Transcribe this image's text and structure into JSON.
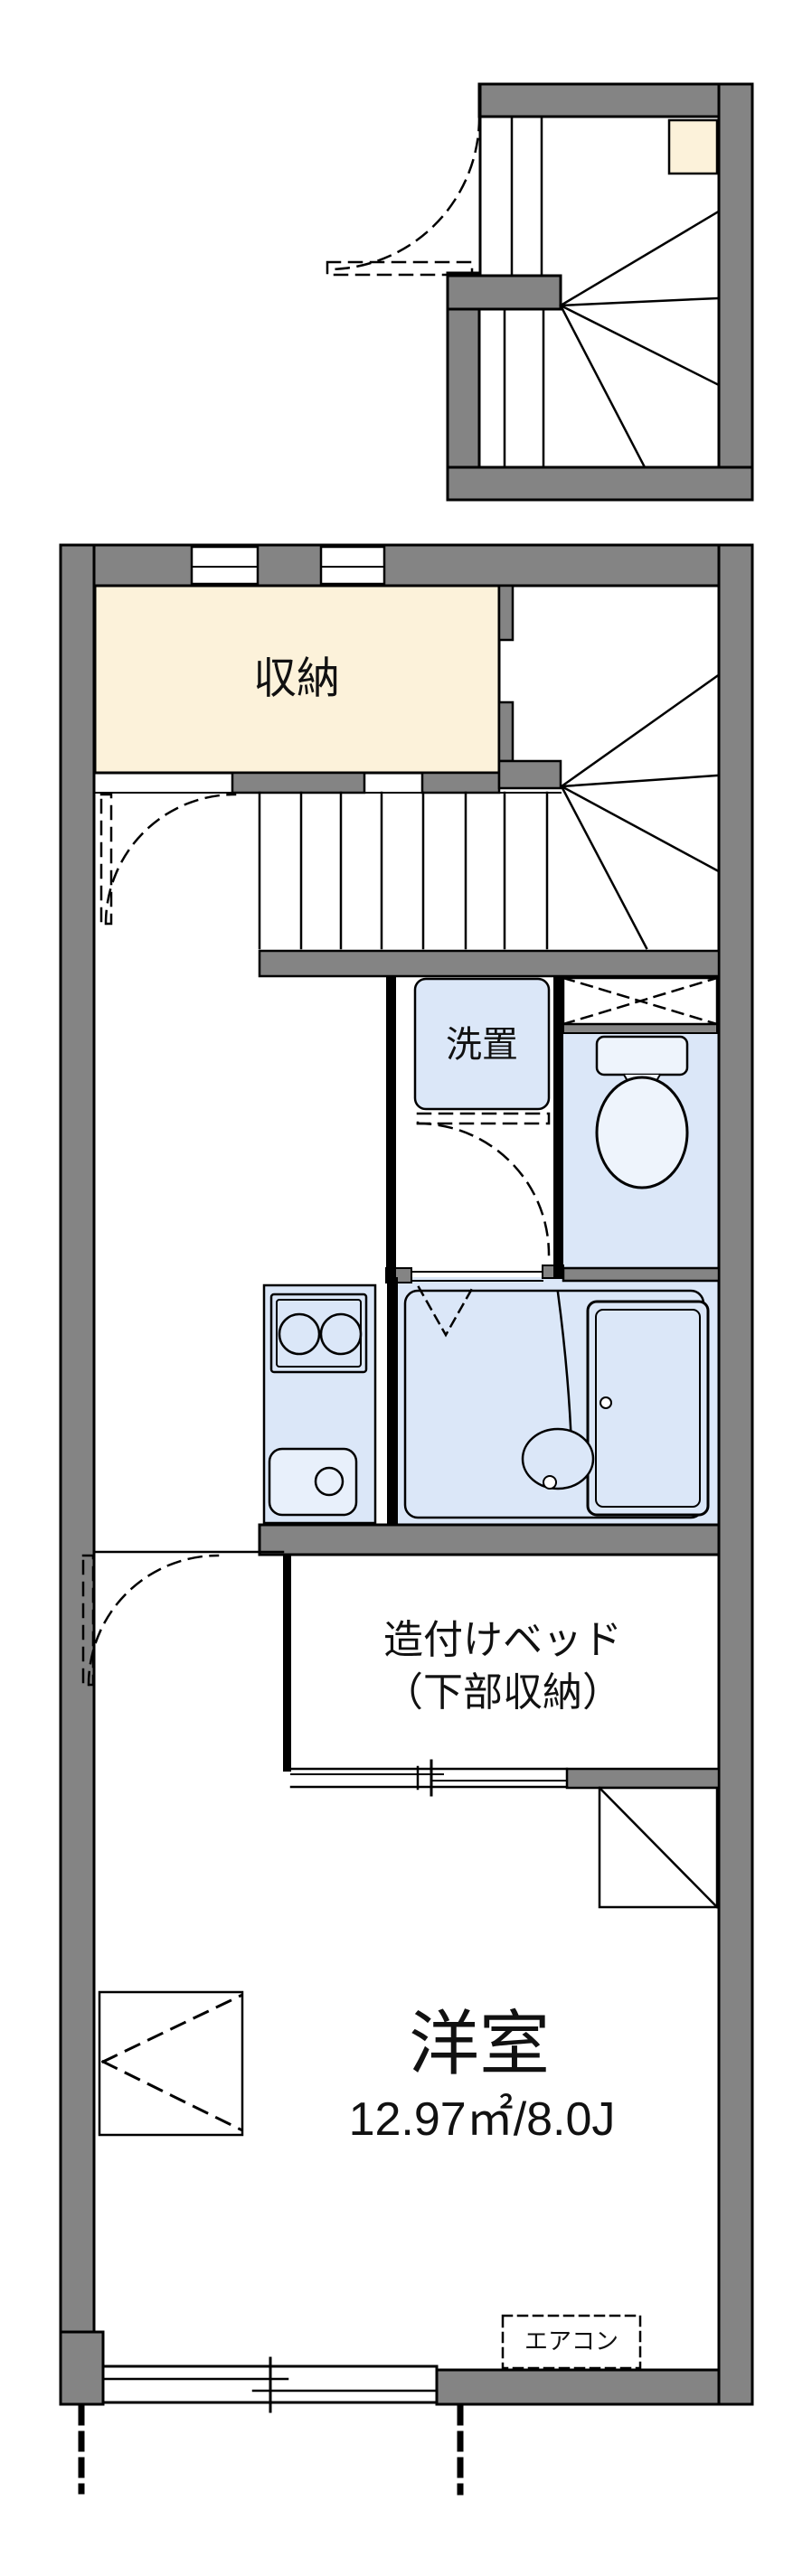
{
  "colors": {
    "wall": "#848484",
    "outline": "#000000",
    "storage_fill": "#fcf2da",
    "water_area_fill": "#dbe7f8",
    "background": "#ffffff"
  },
  "rooms": {
    "storage": {
      "label": "収納"
    },
    "laundry": {
      "label": "洗置"
    },
    "built_in_bed": {
      "label_line1": "造付けベッド",
      "label_line2": "（下部収納）"
    },
    "western_room": {
      "label": "洋室",
      "area": "12.97㎡/8.0J"
    }
  },
  "equipment": {
    "air_conditioner": {
      "label": "エアコン"
    }
  }
}
